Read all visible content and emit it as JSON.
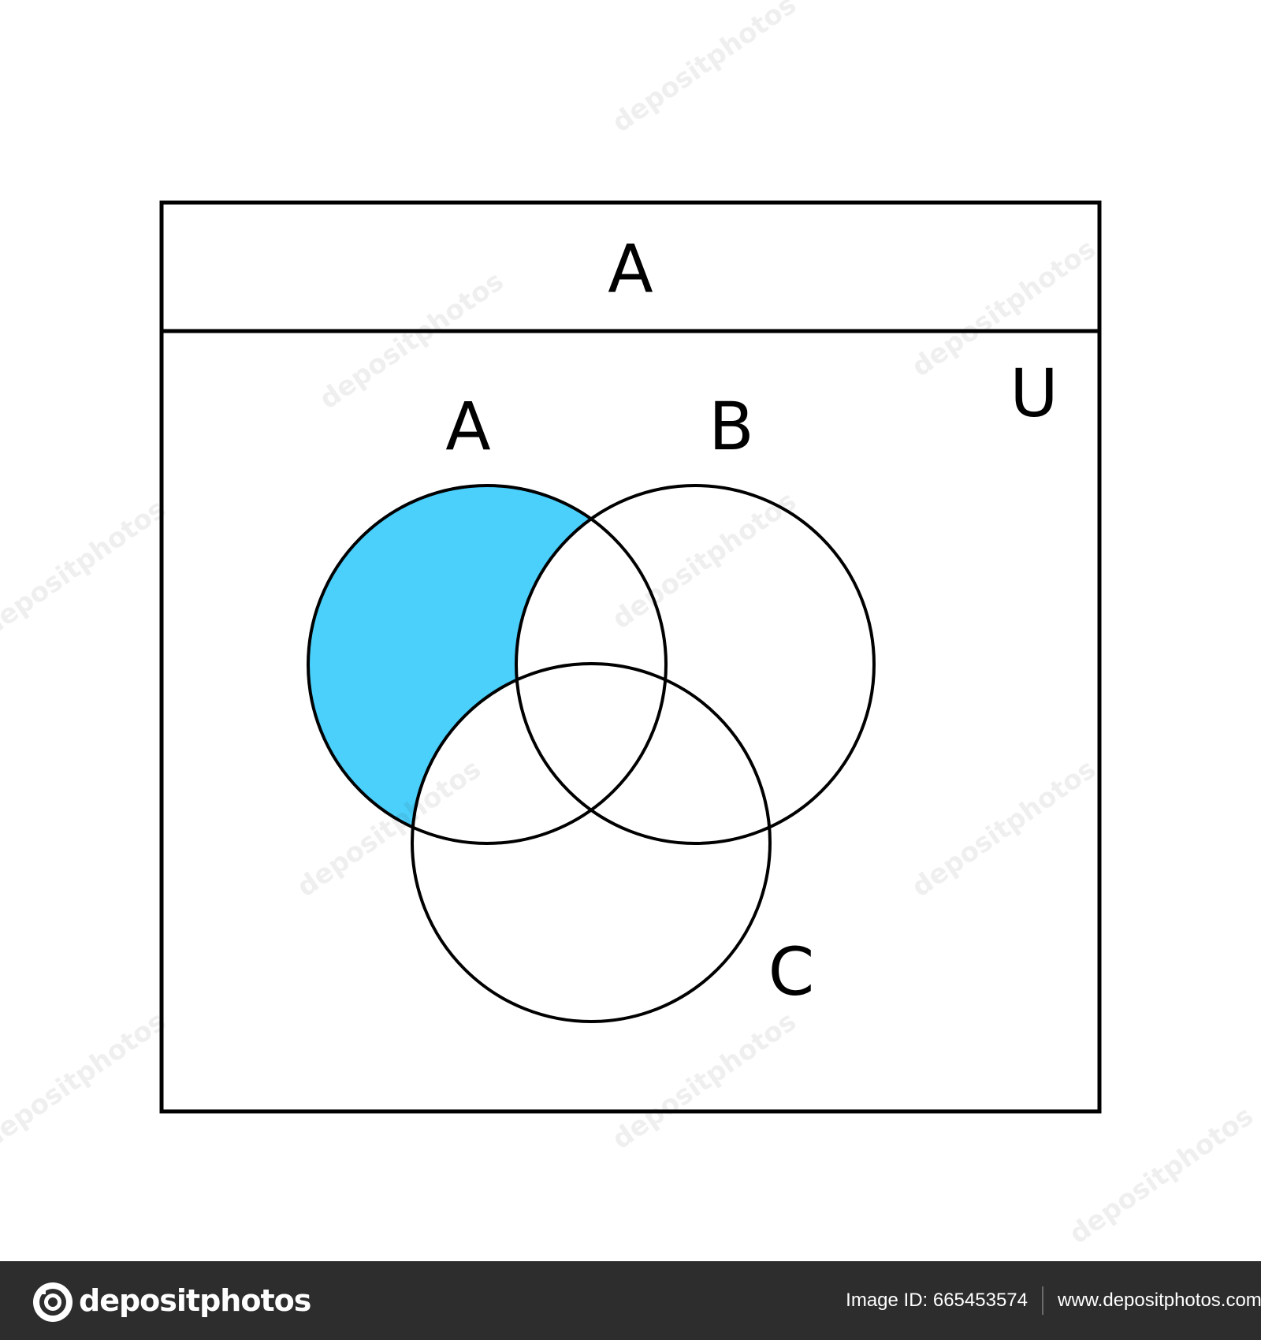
{
  "diagram": {
    "header_label": "A",
    "universe_label": "U",
    "sets": [
      {
        "id": "A",
        "label": "A"
      },
      {
        "id": "B",
        "label": "B"
      },
      {
        "id": "C",
        "label": "C"
      }
    ],
    "highlighted_region": "A minus (B union C)",
    "highlight_color": "#4bcffb",
    "stroke_color": "#000000"
  },
  "watermark": {
    "text": "depositphotos"
  },
  "footer": {
    "brand": "depositphotos",
    "image_id": "Image ID: 665453574",
    "site": "www.depositphotos.com",
    "background": "#2d2d2d"
  }
}
